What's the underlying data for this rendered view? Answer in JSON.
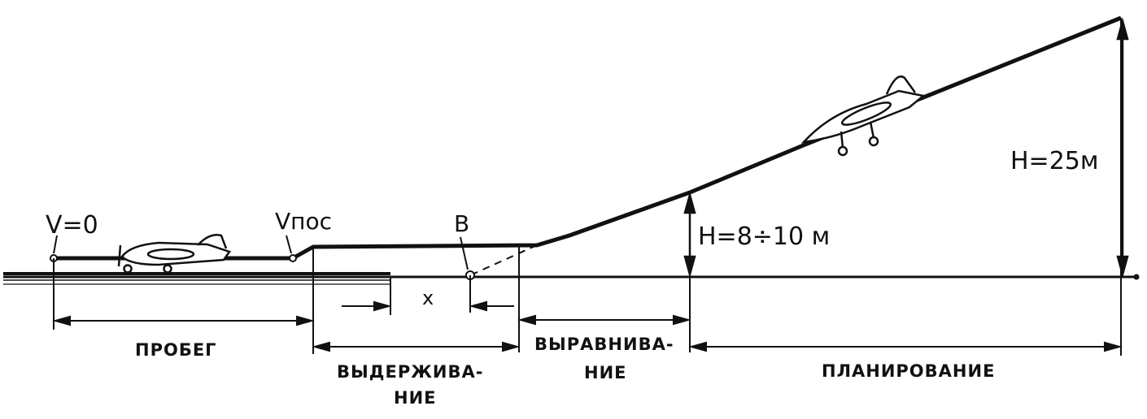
{
  "labels": {
    "v_zero": "V=0",
    "v_pos": "Vпос",
    "point_b": "В",
    "x": "х",
    "h_flare": "Н=8÷10 м",
    "h_glide": "Н=25м"
  },
  "phases": {
    "run": "ПРОБЕГ",
    "hold_line1": "ВЫДЕРЖИВА-",
    "hold_line2": "НИЕ",
    "flare_line1": "ВЫРАВНИВА-",
    "flare_line2": "НИЕ",
    "glide": "ПЛАНИРОВАНИЕ"
  },
  "colors": {
    "ink": "#111111",
    "background": "#ffffff"
  }
}
